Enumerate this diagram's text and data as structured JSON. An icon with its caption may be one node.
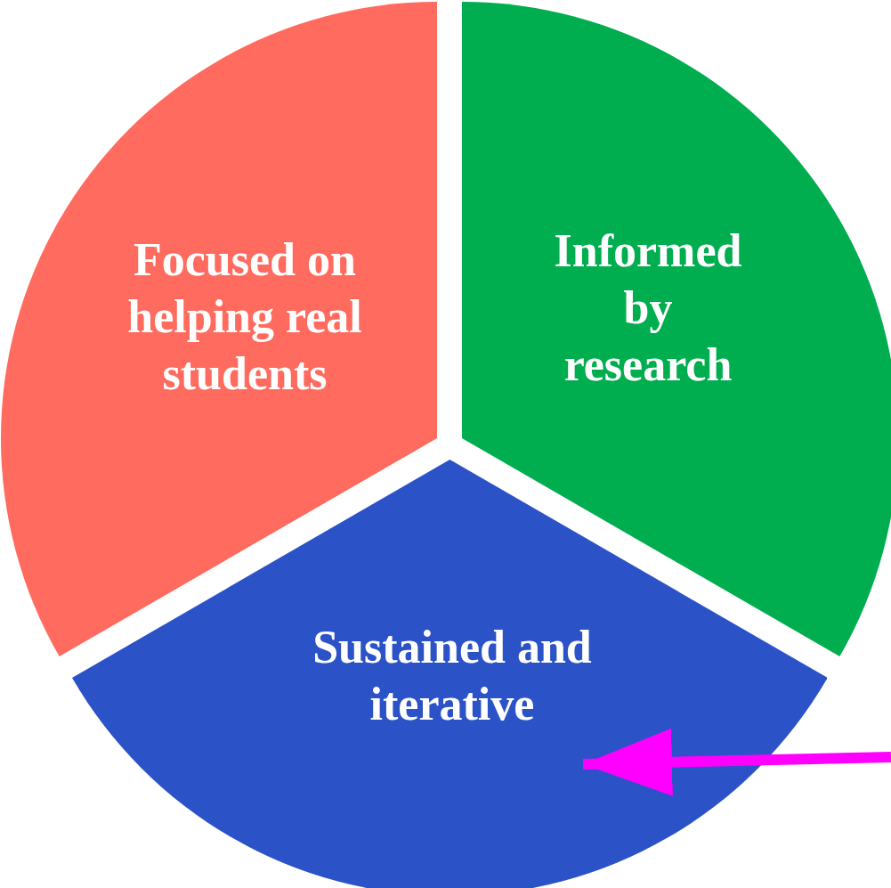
{
  "diagram": {
    "nodes": [
      {
        "text": [
          "Focused on helping real students"
        ]
      },
      {
        "text": [
          "Informed by research"
        ]
      },
      {
        "text": [
          "Sustained and iterative"
        ]
      }
    ],
    "edges": [
      {
        "from": null,
        "to": 2,
        "arrow": "to"
      }
    ]
  }
}
